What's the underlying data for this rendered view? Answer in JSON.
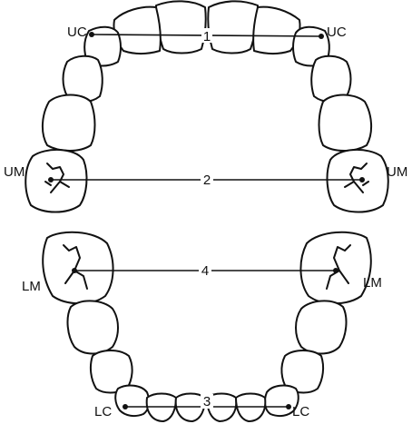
{
  "diagram": {
    "labels": {
      "uc_left": "UC",
      "uc_right": "UC",
      "um_left": "UM",
      "um_right": "UM",
      "lm_left": "LM",
      "lm_right": "LM",
      "lc_left": "LC",
      "lc_right": "LC"
    },
    "measurements": [
      {
        "id": "1",
        "from": "UC",
        "to": "UC"
      },
      {
        "id": "2",
        "from": "UM",
        "to": "UM"
      },
      {
        "id": "3",
        "from": "LC",
        "to": "LC"
      },
      {
        "id": "4",
        "from": "LM",
        "to": "LM"
      }
    ]
  }
}
